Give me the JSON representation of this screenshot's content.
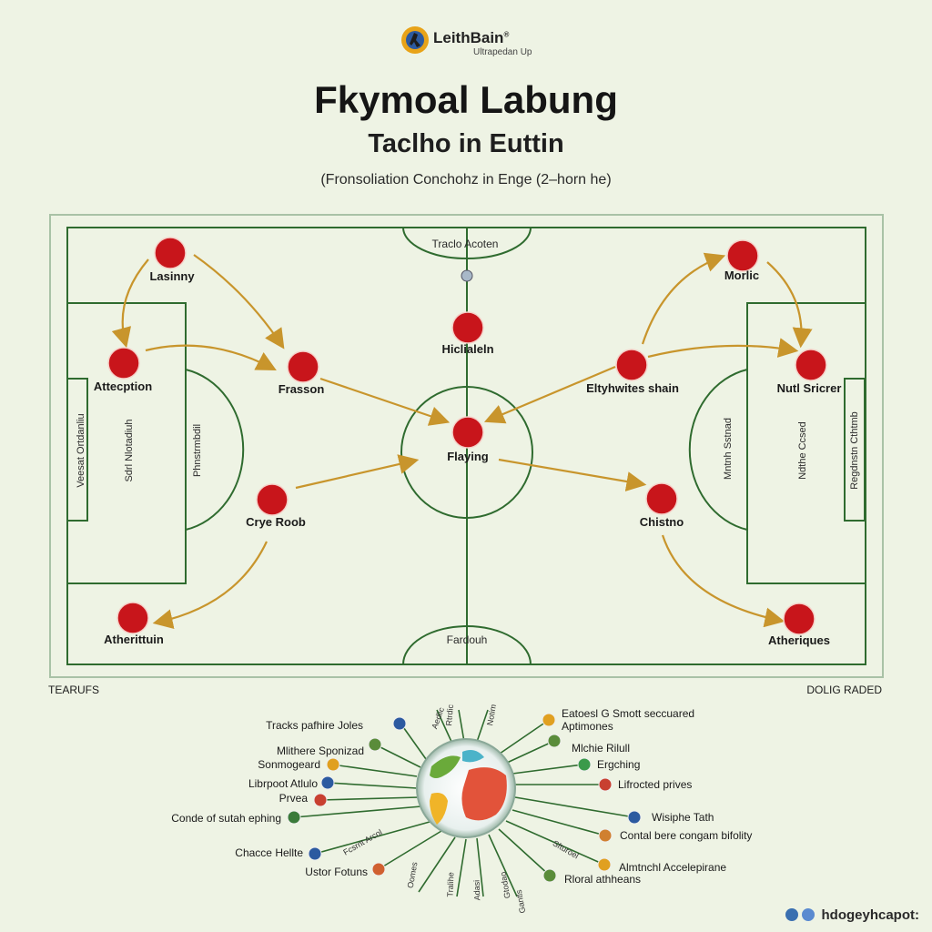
{
  "brand": {
    "name": "LeithBain",
    "tagline": "Ultrapedan Up",
    "registered": "®"
  },
  "title": "Fkymoal Labung",
  "subtitle": "Taclho in Euttin",
  "caption": "(Fronsoliation Conchohz in Enge (2–horn he)",
  "pitch": {
    "top_label": "Traclo Acoten",
    "bottom_label": "Fardouh",
    "left_box_labels": [
      "Veesat Ortdanliu",
      "Sdrl Nlotadiuh",
      "Phnstrmbdil"
    ],
    "right_box_labels": [
      "Mntnh Sstnad",
      "Ndthe Ccsed",
      "Regdnstn Cthtmb"
    ],
    "players": [
      {
        "name": "Lasinny"
      },
      {
        "name": "Attecption"
      },
      {
        "name": "Frasson"
      },
      {
        "name": "Hiclialeln"
      },
      {
        "name": "Flaying"
      },
      {
        "name": "Crye Roob"
      },
      {
        "name": "Atherittuin"
      },
      {
        "name": "Morlic"
      },
      {
        "name": "Eltyhwites shain"
      },
      {
        "name": "Nutl Sricrer"
      },
      {
        "name": "Chistno"
      },
      {
        "name": "Atheriques"
      }
    ]
  },
  "corners": {
    "left": "TEARUFS",
    "right": "DOLIG RADED"
  },
  "wheel": {
    "left": [
      "Tracks pafhire Joles",
      "Mlithere Sponizad",
      "Sonmogeard",
      "Librpoot Atlulo",
      "Prvea",
      "Conde of sutah ephing",
      "Chacce Hellte",
      "Ustor Fotuns"
    ],
    "right": [
      "Eatoesl G Smott seccuared",
      "Aptimones",
      "Mlchie Rilull",
      "Ergching",
      "Lifrocted prives",
      "Wisiphe Tath",
      "Contal bere congam bifolity",
      "Almtnchl Accelepirane",
      "Rloral athheans"
    ],
    "spokes_top": [
      "Aedlic",
      "Rtrdic",
      "Notim"
    ],
    "spokes_bottom": [
      "Oomes",
      "Tralihe",
      "Adasi",
      "Gtodao",
      "Gantls"
    ],
    "spokes_small": [
      "Fcsrnt Arcol",
      "Sfturoel"
    ]
  },
  "footer": "hdogeyhcapot:",
  "colors": {
    "background": "#eef3e4",
    "player": "#c8151b",
    "line": "#2f6b2f",
    "arrow": "#c8952c"
  }
}
